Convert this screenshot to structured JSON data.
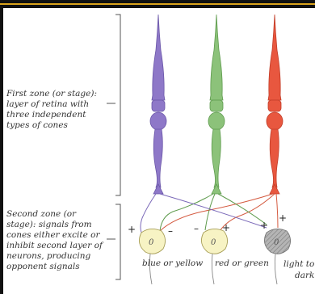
{
  "zones": {
    "first": "First zone (or stage): layer of retina with three independent types of cones",
    "second": "Second zone (or stage): signals from cones either excite or inhibit second layer of neurons, producing opponent signals"
  },
  "outputs": {
    "blue_yellow": "blue or yellow",
    "red_green": "red or green",
    "light_dark_line1": "light to",
    "light_dark_line2": "dark"
  },
  "signs": {
    "plus": "+",
    "minus": "–"
  },
  "neuron_glyph": "0",
  "colors": {
    "blue_cone": "#8e78c8",
    "green_cone": "#8cc27a",
    "red_cone": "#e8573f",
    "opponent_neuron": "#f7f3c4",
    "luminance_neuron": "#a9a9a9"
  }
}
